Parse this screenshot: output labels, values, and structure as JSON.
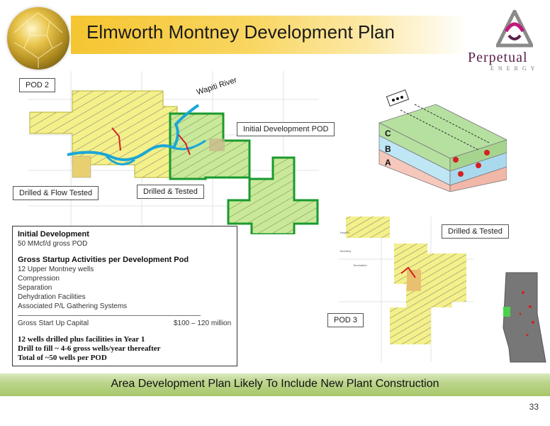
{
  "title": "Elmworth Montney Development Plan",
  "logo": {
    "name": "Perpetual",
    "sub": "ENERGY"
  },
  "map_labels": {
    "pod2": "POD 2",
    "pod3": "POD 3",
    "river": "Wapiti River",
    "initial_pod": "Initial Development POD",
    "drilled_flow": "Drilled &  Flow Tested",
    "drilled_tested_1": "Drilled & Tested",
    "drilled_tested_2": "Drilled & Tested"
  },
  "layers": [
    "C",
    "B",
    "A"
  ],
  "info": {
    "heading": "Initial Development",
    "subheading": "50 MMcf/d gross POD",
    "activities_heading": "Gross Startup Activities per Development Pod",
    "activities": [
      "12 Upper Montney wells",
      "Compression",
      "Separation",
      "Dehydration Facilities",
      "Associated P/L Gathering Systems"
    ],
    "capital_label": "Gross Start Up Capital",
    "capital_value": "$100 – 120 million",
    "summary": [
      "12 wells drilled plus facilities in Year 1",
      "Drill to fill ~ 4-6 gross wells/year thereafter",
      "Total of ~50 wells per POD"
    ]
  },
  "footer": "Area Development Plan Likely To Include New Plant Construction",
  "page_number": "33",
  "colors": {
    "title_band": "#f5c531",
    "pod_yellow": "#f4f08a",
    "pod_green": "#c9e89a",
    "pod_outline": "#1a9a2e",
    "river": "#1aa7d8",
    "footer_band": "#a6c76a"
  }
}
